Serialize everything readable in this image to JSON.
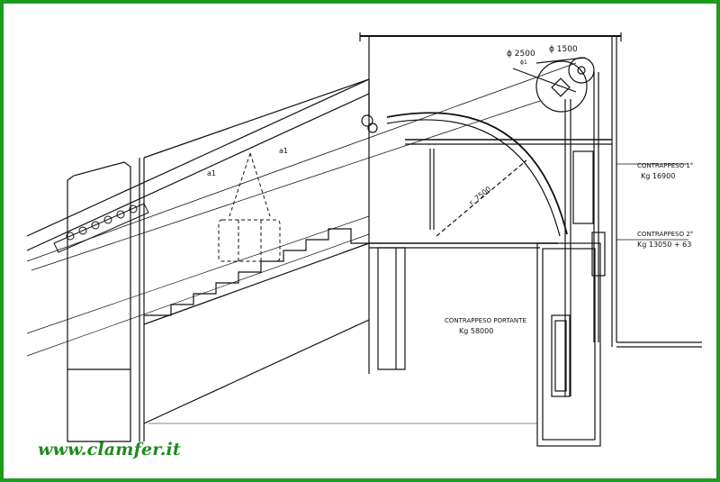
{
  "labels": {
    "phi_2500": "ϕ 2500",
    "phi_1500": "ϕ 1500",
    "phi_sub": "ϕ1",
    "radius": "r. 7500",
    "a1": "a1",
    "a2": "a1"
  },
  "counterweights": [
    {
      "title": "CONTRAPPESO 1°",
      "weight": "Kg 16900"
    },
    {
      "title": "CONTRAPPESO 2°",
      "weight": "Kg 13050 + 63"
    },
    {
      "title": "CONTRAPPESO PORTANTE",
      "weight": "Kg 58000"
    }
  ],
  "watermark": "www.clamfer.it",
  "colors": {
    "frame": "#1f9a1f",
    "watermark": "#1e8a1e",
    "ink": "#111111"
  }
}
